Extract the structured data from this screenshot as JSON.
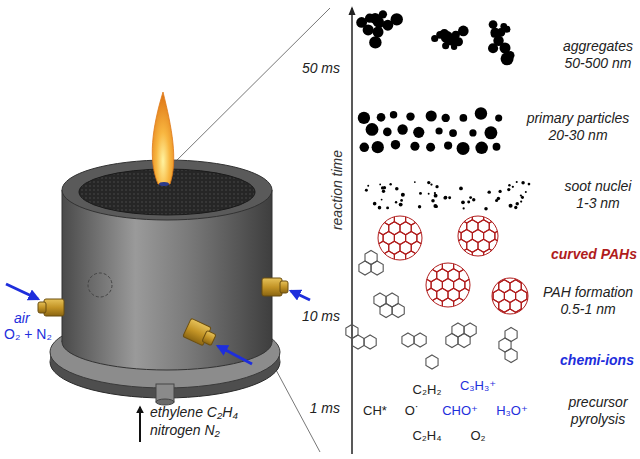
{
  "diagram": {
    "labels": [
      "air",
      "O₂ + N₂",
      "ethylene C₂H₄",
      "nitrogen N₂",
      "reaction time",
      "50 ms",
      "10 ms",
      "1 ms",
      "aggregates 50-500 nm",
      "primary particles 20-30 nm",
      "soot nuclei 1-3 nm",
      "curved PAHs",
      "PAH formation 0.5-1 nm",
      "chemi-ions",
      "precursor pyrolysis",
      "C₂H₂",
      "C₃H₃⁺",
      "CH*",
      "O˙",
      "CHO⁺",
      "H₃O⁺",
      "C₂H₄",
      "O₂"
    ]
  }
}
